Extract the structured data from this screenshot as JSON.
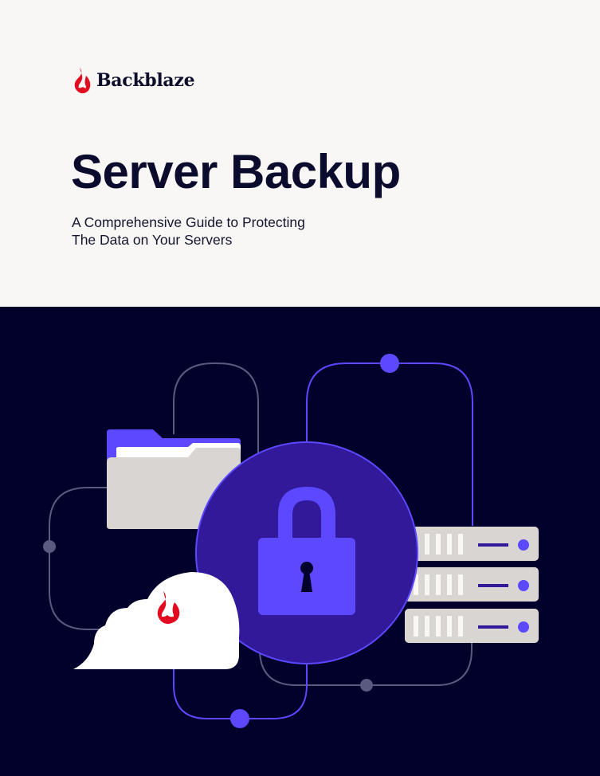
{
  "brand": {
    "name": "Backblaze",
    "icon": "flame-icon",
    "color": "#e20b1f"
  },
  "cover": {
    "title": "Server Backup",
    "subtitle_line1": "A Comprehensive Guide to Protecting",
    "subtitle_line2": "The Data on Your Servers"
  },
  "illustration": {
    "elements": [
      "folder-icon",
      "lock-icon",
      "server-rack-icon",
      "cloud-icon",
      "flame-icon"
    ],
    "colors": {
      "background": "#02012b",
      "accent": "#5b48ff",
      "circle": "#31199a",
      "muted_line": "#5a5a80",
      "panel": "#d9d5d2",
      "white": "#ffffff"
    }
  }
}
